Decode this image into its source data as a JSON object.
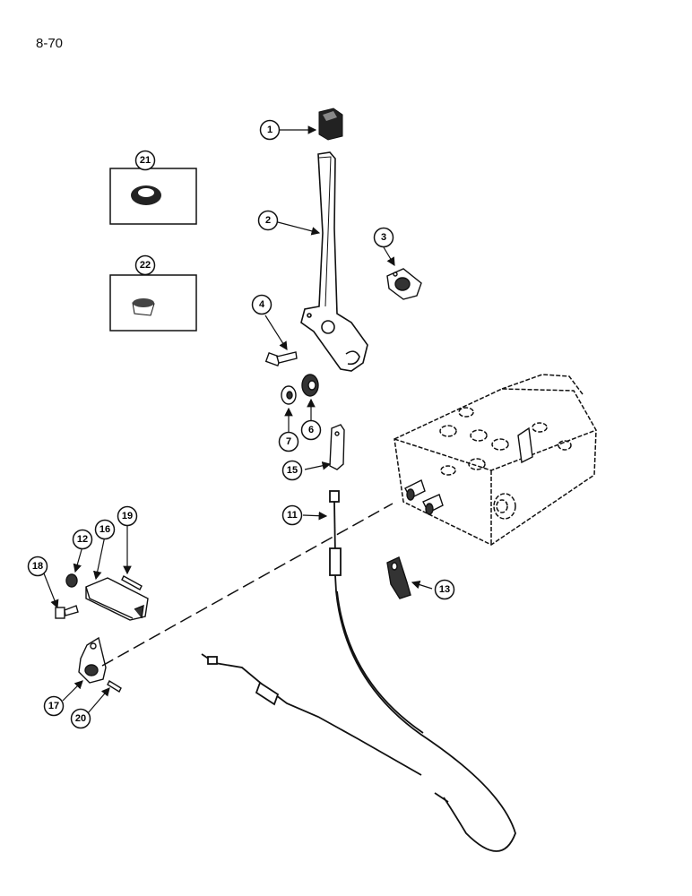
{
  "page": {
    "number": "8-70"
  },
  "callouts": {
    "c1": "1",
    "c2": "2",
    "c3": "3",
    "c4": "4",
    "c6": "6",
    "c7": "7",
    "c11": "11",
    "c12": "12",
    "c13": "13",
    "c15": "15",
    "c16": "16",
    "c17": "17",
    "c18": "18",
    "c19": "19",
    "c20": "20",
    "c21": "21",
    "c22": "22"
  }
}
